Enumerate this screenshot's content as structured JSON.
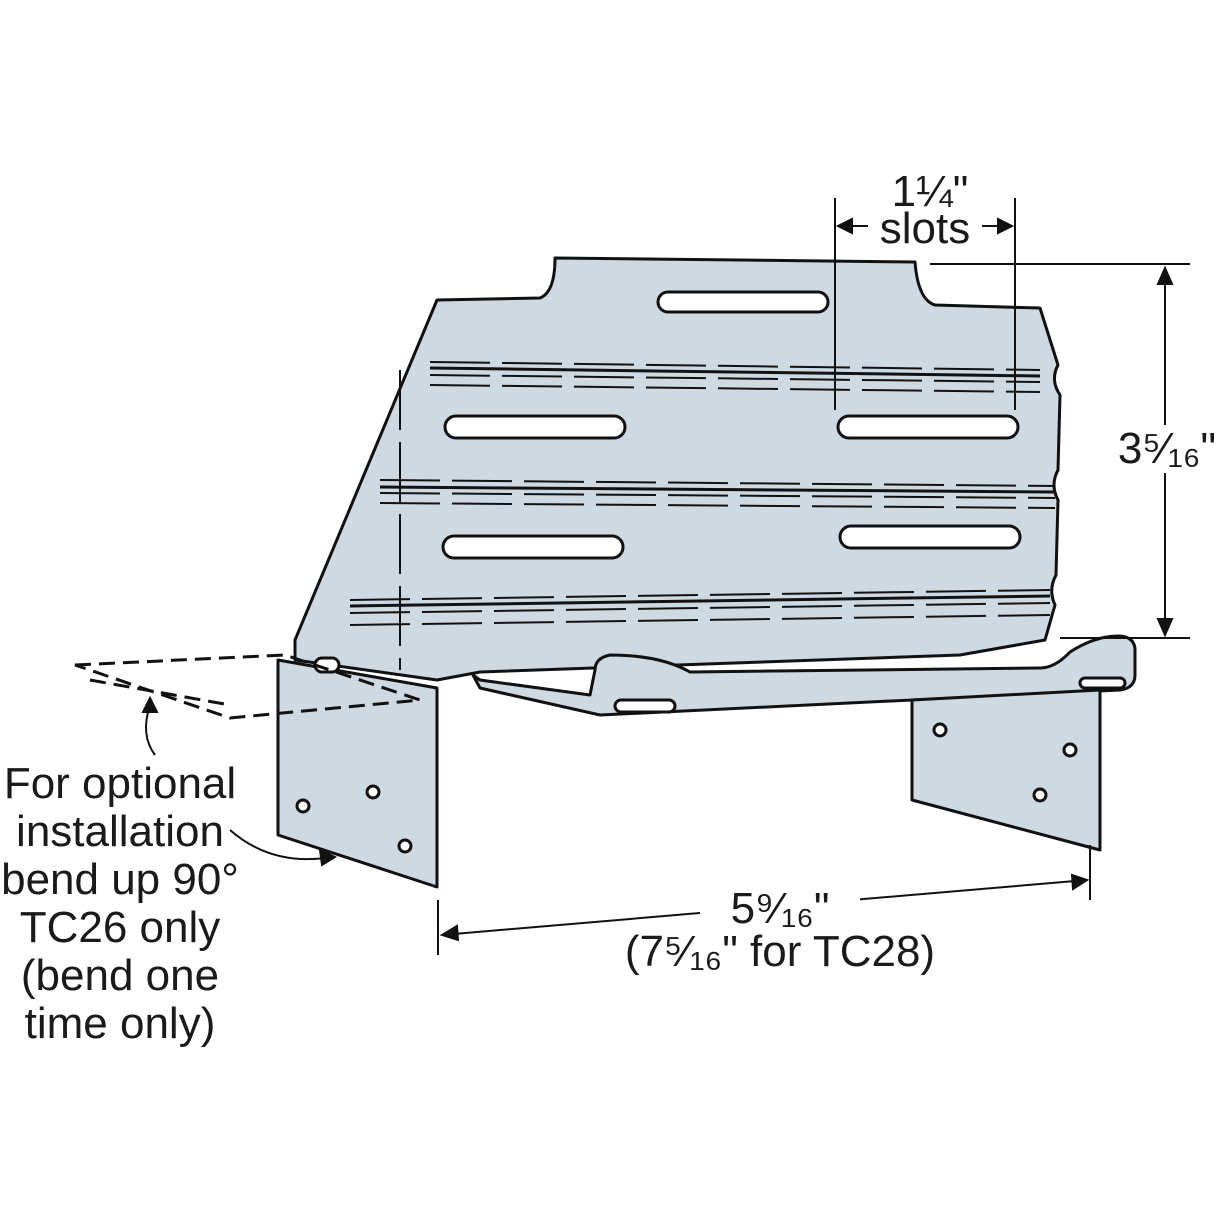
{
  "colors": {
    "metal": "#cfd9e2",
    "line": "#111111"
  },
  "dimensions": {
    "slot_width": "1¼\"",
    "slot_label": "slots",
    "height": "3⁵⁄₁₆\"",
    "width": "5⁹⁄₁₆\"",
    "width_alt": "(7⁵⁄₁₆\" for TC28)"
  },
  "note": {
    "lines": [
      "For optional",
      "installation",
      "bend up 90°",
      "TC26 only",
      "(bend one",
      "time only)"
    ]
  }
}
